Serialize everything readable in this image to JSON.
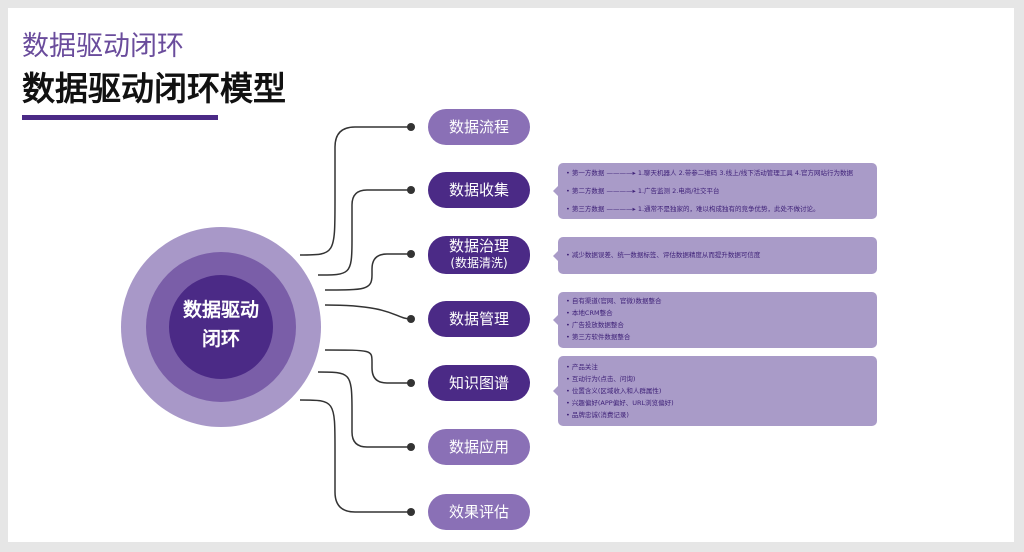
{
  "header": {
    "subtitle": "数据驱动闭环",
    "title": "数据驱动闭环模型"
  },
  "center": {
    "line1": "数据驱动",
    "line2": "闭环"
  },
  "steps": [
    {
      "label": "数据流程"
    },
    {
      "label": "数据收集"
    },
    {
      "label": "数据治理",
      "sub": "(数据清洗)"
    },
    {
      "label": "数据管理"
    },
    {
      "label": "知识图谱"
    },
    {
      "label": "数据应用"
    },
    {
      "label": "效果评估"
    }
  ],
  "details": {
    "collect": [
      {
        "k": "• 第一方数据",
        "arrow": "————▸",
        "v": "1.聊天机器人 2.带参二维码 3.线上/线下活动管理工具 4.官方网站行为数据"
      },
      {
        "k": "• 第二方数据",
        "arrow": "————▸",
        "v": "1.广告监测 2.电商/社交平台"
      },
      {
        "k": "• 第三方数据",
        "arrow": "————▸",
        "v": "1.通常不是独家的，难以构成独有的竞争优势，此处不做讨论。"
      }
    ],
    "govern": [
      "• 减少数据误差、统一数据标签、评估数据精度从而提升数据可信度"
    ],
    "manage": [
      "• 自有渠道(官网、官微)数据整合",
      "• 本地CRM整合",
      "• 广告投放数据整合",
      "• 第三方软件数据整合"
    ],
    "graph": [
      "• 产品关注",
      "• 互动行为(点击、问询)",
      "• 位置含义(区域收入和人群属性)",
      "• 兴趣偏好(APP偏好、URL浏览偏好)",
      "• 品牌忠诚(消费记录)"
    ]
  }
}
